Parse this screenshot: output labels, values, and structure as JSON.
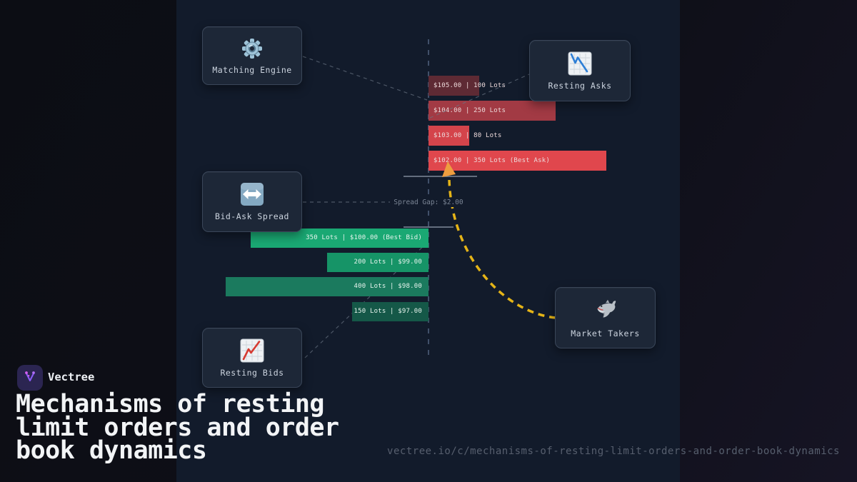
{
  "brand": {
    "name": "Vectree"
  },
  "title": "Mechanisms of resting limit orders and order book dynamics",
  "url": "vectree.io/c/mechanisms-of-resting-limit-orders-and-order-book-dynamics",
  "nodes": {
    "matching_engine": {
      "label": "Matching Engine",
      "icon": "gear-icon"
    },
    "resting_asks": {
      "label": "Resting Asks",
      "icon": "chart-decreasing-icon"
    },
    "bid_ask_spread": {
      "label": "Bid-Ask Spread",
      "icon": "left-right-arrow-icon"
    },
    "resting_bids": {
      "label": "Resting Bids",
      "icon": "chart-increasing-icon"
    },
    "market_takers": {
      "label": "Market Takers",
      "icon": "shark-icon"
    }
  },
  "spread": {
    "label": "Spread Gap: $2.00",
    "gap_value": "$2.00"
  },
  "order_book": {
    "asks": [
      {
        "price": "$105.00",
        "lots": 100,
        "label": "$105.00 | 100 Lots",
        "color": "#5e2a34",
        "best": false
      },
      {
        "price": "$104.00",
        "lots": 250,
        "label": "$104.00 | 250 Lots",
        "color": "#a23a44",
        "best": false
      },
      {
        "price": "$103.00",
        "lots": 80,
        "label": "$103.00 | 80 Lots",
        "color": "#d4444b",
        "best": false
      },
      {
        "price": "$102.00",
        "lots": 350,
        "label": "$102.00 | 350 Lots (Best Ask)",
        "color": "#e0474d",
        "best": true
      }
    ],
    "bids": [
      {
        "price": "$100.00",
        "lots": 350,
        "label": "350 Lots | $100.00 (Best Bid)",
        "color": "#1aa873",
        "best": true
      },
      {
        "price": "$99.00",
        "lots": 200,
        "label": "200 Lots | $99.00",
        "color": "#169467",
        "best": false
      },
      {
        "price": "$98.00",
        "lots": 400,
        "label": "400 Lots | $98.00",
        "color": "#1b7a5e",
        "best": false
      },
      {
        "price": "$97.00",
        "lots": 150,
        "label": "150 Lots | $97.00",
        "color": "#155848",
        "best": false
      }
    ]
  },
  "colors": {
    "panel_bg": "#121b2b",
    "card_bg": "#1d2737",
    "flow_arrow": "#e5b417",
    "flow_arrowhead": "#ee9d3f",
    "connector": "#6b7685",
    "center_line": "#41506a",
    "spread_marker": "#8b95a6"
  }
}
